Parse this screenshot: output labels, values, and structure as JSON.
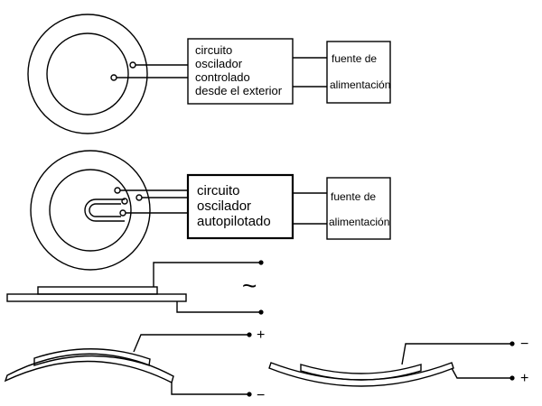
{
  "top_assembly": {
    "oscillator_lines": [
      "circuito",
      "oscilador",
      "controlado",
      "desde el exterior"
    ],
    "power_lines": [
      "fuente de",
      "alimentación"
    ]
  },
  "middle_assembly": {
    "oscillator_lines": [
      "circuito",
      "oscilador",
      "autopilotado"
    ],
    "power_lines": [
      "fuente de",
      "alimentación"
    ]
  },
  "flat_disc": {
    "ac_symbol": "~"
  },
  "bent_down_disc": {
    "top_sign": "+",
    "bottom_sign": "−"
  },
  "bent_up_disc": {
    "top_sign": "−",
    "bottom_sign": "+"
  }
}
